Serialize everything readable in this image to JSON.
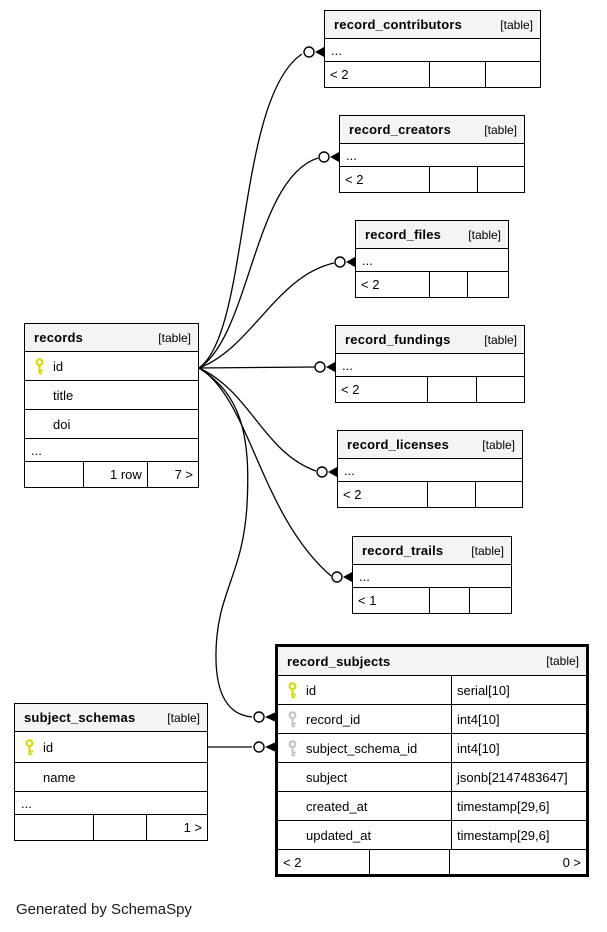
{
  "footer_note": "Generated by SchemaSpy",
  "colors": {
    "primary_key": "#d9d900",
    "foreign_key": "#c4c4c4",
    "table_border": "#000000",
    "header_background": "#f4f4f4"
  },
  "tables": {
    "records": {
      "name": "records",
      "badge": "[table]",
      "columns": [
        {
          "label": "id",
          "key": "primary"
        },
        {
          "label": "title",
          "key": ""
        },
        {
          "label": "doi",
          "key": ""
        }
      ],
      "ellipsis": "...",
      "footer": [
        "",
        "1 row",
        "7 >"
      ]
    },
    "record_contributors": {
      "name": "record_contributors",
      "badge": "[table]",
      "ellipsis": "...",
      "footer": [
        "< 2",
        "",
        ""
      ]
    },
    "record_creators": {
      "name": "record_creators",
      "badge": "[table]",
      "ellipsis": "...",
      "footer": [
        "< 2",
        "",
        ""
      ]
    },
    "record_files": {
      "name": "record_files",
      "badge": "[table]",
      "ellipsis": "...",
      "footer": [
        "< 2",
        "",
        ""
      ]
    },
    "record_fundings": {
      "name": "record_fundings",
      "badge": "[table]",
      "ellipsis": "...",
      "footer": [
        "< 2",
        "",
        ""
      ]
    },
    "record_licenses": {
      "name": "record_licenses",
      "badge": "[table]",
      "ellipsis": "...",
      "footer": [
        "< 2",
        "",
        ""
      ]
    },
    "record_trails": {
      "name": "record_trails",
      "badge": "[table]",
      "ellipsis": "...",
      "footer": [
        "< 1",
        "",
        ""
      ]
    },
    "record_subjects": {
      "name": "record_subjects",
      "badge": "[table]",
      "columns": [
        {
          "label": "id",
          "type": "serial[10]",
          "key": "primary"
        },
        {
          "label": "record_id",
          "type": "int4[10]",
          "key": "foreign"
        },
        {
          "label": "subject_schema_id",
          "type": "int4[10]",
          "key": "foreign"
        },
        {
          "label": "subject",
          "type": "jsonb[2147483647]",
          "key": ""
        },
        {
          "label": "created_at",
          "type": "timestamp[29,6]",
          "key": ""
        },
        {
          "label": "updated_at",
          "type": "timestamp[29,6]",
          "key": ""
        }
      ],
      "footer": [
        "< 2",
        "",
        "0 >"
      ]
    },
    "subject_schemas": {
      "name": "subject_schemas",
      "badge": "[table]",
      "columns": [
        {
          "label": "id",
          "key": "primary"
        },
        {
          "label": "name",
          "key": ""
        }
      ],
      "ellipsis": "...",
      "footer": [
        "",
        "",
        "1 >"
      ]
    }
  },
  "relationships": [
    {
      "parent": "records",
      "child": "record_contributors"
    },
    {
      "parent": "records",
      "child": "record_creators"
    },
    {
      "parent": "records",
      "child": "record_files"
    },
    {
      "parent": "records",
      "child": "record_fundings"
    },
    {
      "parent": "records",
      "child": "record_licenses"
    },
    {
      "parent": "records",
      "child": "record_trails"
    },
    {
      "parent": "records",
      "child": "record_subjects"
    },
    {
      "parent": "subject_schemas",
      "child": "record_subjects"
    }
  ]
}
